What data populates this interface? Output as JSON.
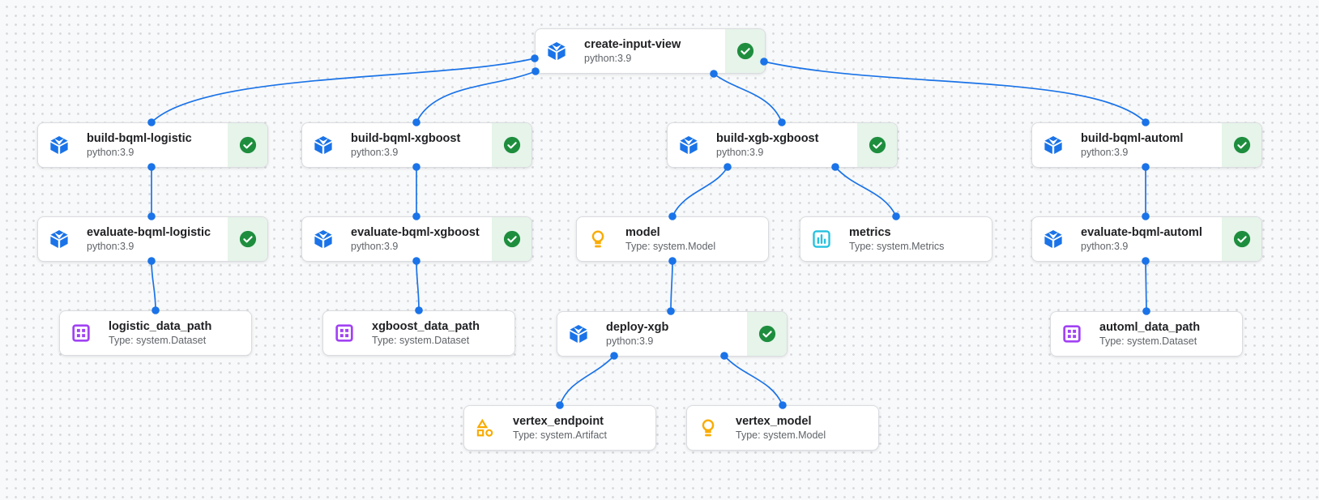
{
  "app": {
    "name": "Vertex AI pipeline DAG canvas",
    "status_meaning": "Succeeded"
  },
  "colors": {
    "background": "#f8f9fa",
    "grid_dot": "#d8dade",
    "edge": "#1a73e8",
    "node_border": "#dadce0",
    "title_text": "#202124",
    "subtitle_text": "#5f6368",
    "status_bg": "#e6f4ea",
    "status_check_green": "#1e8e3e",
    "component_icon_blue": "#1a73e8",
    "model_icon_amber": "#f9ab00",
    "metrics_icon_cyan": "#24c1e0",
    "dataset_icon_purple": "#a142f4",
    "artifact_icon_amber": "#f9ab00"
  },
  "nodes": [
    {
      "id": "create-input-view",
      "title": "create-input-view",
      "subtitle": "python:3.9",
      "kind": "component",
      "icon": "cube-icon",
      "status": "succeeded"
    },
    {
      "id": "build-bqml-logistic",
      "title": "build-bqml-logistic",
      "subtitle": "python:3.9",
      "kind": "component",
      "icon": "cube-icon",
      "status": "succeeded"
    },
    {
      "id": "build-bqml-xgboost",
      "title": "build-bqml-xgboost",
      "subtitle": "python:3.9",
      "kind": "component",
      "icon": "cube-icon",
      "status": "succeeded"
    },
    {
      "id": "build-xgb-xgboost",
      "title": "build-xgb-xgboost",
      "subtitle": "python:3.9",
      "kind": "component",
      "icon": "cube-icon",
      "status": "succeeded"
    },
    {
      "id": "build-bqml-automl",
      "title": "build-bqml-automl",
      "subtitle": "python:3.9",
      "kind": "component",
      "icon": "cube-icon",
      "status": "succeeded"
    },
    {
      "id": "evaluate-bqml-logistic",
      "title": "evaluate-bqml-logistic",
      "subtitle": "python:3.9",
      "kind": "component",
      "icon": "cube-icon",
      "status": "succeeded"
    },
    {
      "id": "evaluate-bqml-xgboost",
      "title": "evaluate-bqml-xgboost",
      "subtitle": "python:3.9",
      "kind": "component",
      "icon": "cube-icon",
      "status": "succeeded"
    },
    {
      "id": "model",
      "title": "model",
      "subtitle": "Type: system.Model",
      "kind": "artifact",
      "icon": "lightbulb-icon"
    },
    {
      "id": "metrics",
      "title": "metrics",
      "subtitle": "Type: system.Metrics",
      "kind": "artifact",
      "icon": "bar-chart-icon"
    },
    {
      "id": "evaluate-bqml-automl",
      "title": "evaluate-bqml-automl",
      "subtitle": "python:3.9",
      "kind": "component",
      "icon": "cube-icon",
      "status": "succeeded"
    },
    {
      "id": "logistic_data_path",
      "title": "logistic_data_path",
      "subtitle": "Type: system.Dataset",
      "kind": "artifact",
      "icon": "dataset-grid-icon"
    },
    {
      "id": "xgboost_data_path",
      "title": "xgboost_data_path",
      "subtitle": "Type: system.Dataset",
      "kind": "artifact",
      "icon": "dataset-grid-icon"
    },
    {
      "id": "deploy-xgb",
      "title": "deploy-xgb",
      "subtitle": "python:3.9",
      "kind": "component",
      "icon": "cube-icon",
      "status": "succeeded"
    },
    {
      "id": "automl_data_path",
      "title": "automl_data_path",
      "subtitle": "Type: system.Dataset",
      "kind": "artifact",
      "icon": "dataset-grid-icon"
    },
    {
      "id": "vertex_endpoint",
      "title": "vertex_endpoint",
      "subtitle": "Type: system.Artifact",
      "kind": "artifact",
      "icon": "shapes-icon"
    },
    {
      "id": "vertex_model",
      "title": "vertex_model",
      "subtitle": "Type: system.Model",
      "kind": "artifact",
      "icon": "lightbulb-icon"
    }
  ],
  "edges": [
    {
      "from": "create-input-view",
      "to": "build-bqml-logistic"
    },
    {
      "from": "create-input-view",
      "to": "build-bqml-xgboost"
    },
    {
      "from": "create-input-view",
      "to": "build-xgb-xgboost"
    },
    {
      "from": "create-input-view",
      "to": "build-bqml-automl"
    },
    {
      "from": "build-bqml-logistic",
      "to": "evaluate-bqml-logistic"
    },
    {
      "from": "build-bqml-xgboost",
      "to": "evaluate-bqml-xgboost"
    },
    {
      "from": "build-xgb-xgboost",
      "to": "model"
    },
    {
      "from": "build-xgb-xgboost",
      "to": "metrics"
    },
    {
      "from": "build-bqml-automl",
      "to": "evaluate-bqml-automl"
    },
    {
      "from": "evaluate-bqml-logistic",
      "to": "logistic_data_path"
    },
    {
      "from": "evaluate-bqml-xgboost",
      "to": "xgboost_data_path"
    },
    {
      "from": "model",
      "to": "deploy-xgb"
    },
    {
      "from": "evaluate-bqml-automl",
      "to": "automl_data_path"
    },
    {
      "from": "deploy-xgb",
      "to": "vertex_endpoint"
    },
    {
      "from": "deploy-xgb",
      "to": "vertex_model"
    }
  ]
}
